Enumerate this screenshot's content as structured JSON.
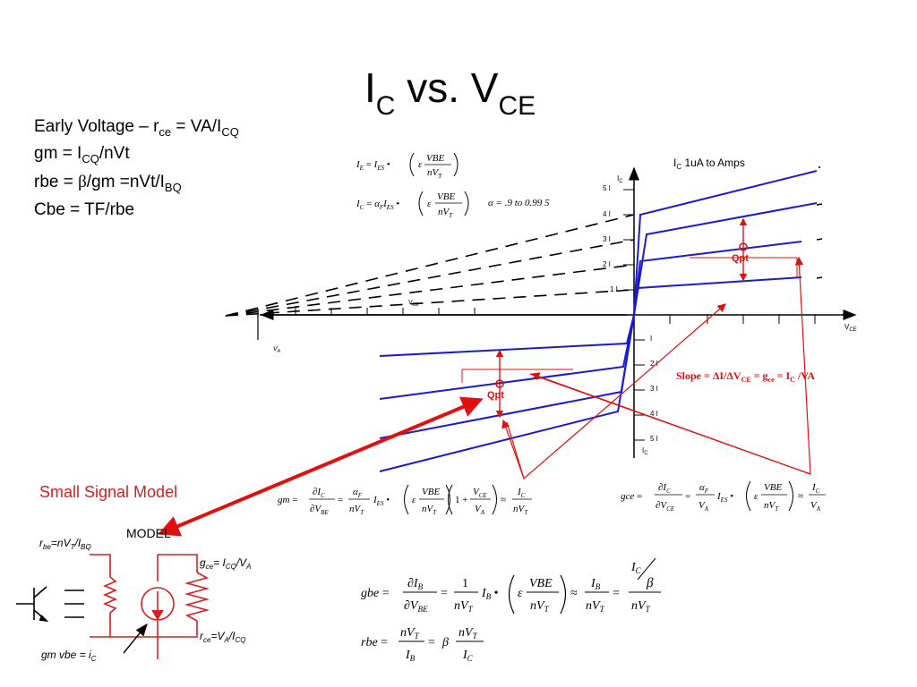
{
  "title": {
    "main": "I",
    "sub1": "C",
    "mid": " vs. V",
    "sub2": "CE"
  },
  "notes": {
    "early_prefix": "Early Voltage – r",
    "early_sub1": "ce",
    "early_mid": " = VA/I",
    "early_sub2": "CQ",
    "gm_prefix": "gm =  I",
    "gm_sub": "CQ",
    "gm_suffix": "/nVt",
    "rbe_prefix": "rbe = ",
    "rbe_beta": "β",
    "rbe_mid": "/gm =nVt/I",
    "rbe_sub": "BQ",
    "cbe": "Cbe = TF/rbe"
  },
  "graph": {
    "ic_range_label": "I",
    "ic_range_sub": "C",
    "ic_range_text": "  1uA to Amps",
    "ic_axis": "I",
    "ic_axis_sub": "C",
    "vce_axis": "V",
    "vce_axis_sub": "CE",
    "vce_small": "V",
    "vce_small_sub": "CE",
    "va_label": "V",
    "va_sub": "A",
    "pos_ticks": [
      "5 I",
      "4 I",
      "3 I",
      "2 I",
      "1 I"
    ],
    "neg_ticks": [
      "I",
      "2 I",
      "3 I",
      "4 I",
      "5 I"
    ],
    "qpt": "Qpt",
    "slope_text": "Slope = ΔI/ΔV",
    "slope_sub": "CE",
    "slope_mid": " = g",
    "slope_sub2": "ce",
    "slope_mid2": " = I",
    "slope_sub3": "C",
    "slope_end": " /VA"
  },
  "equations": {
    "ie": {
      "lhs": "I",
      "lhs_sub": "E",
      "is": "I",
      "is_sub": "ES",
      "eps": "ε",
      "num": "VBE",
      "den_n": "nV",
      "den_sub": "T"
    },
    "ic": {
      "lhs": "I",
      "lhs_sub": "C",
      "alpha": "α",
      "alpha_sub": "F",
      "is": "I",
      "is_sub": "ES",
      "eps": "ε",
      "num": "VBE",
      "den_n": "nV",
      "den_sub": "T",
      "alpha_range": "α  =    .9    to 0.99 5"
    },
    "gm": {
      "lhs": "gm",
      "d1": "∂I",
      "d1s": "C",
      "d2": "∂V",
      "d2s": "BE",
      "af": "α",
      "afs": "F",
      "nvt": "nV",
      "nvts": "T",
      "ies": "I",
      "iess": "ES",
      "eps": "ε",
      "vbe": "VBE",
      "one": "1 +",
      "vce": "V",
      "vces": "CE",
      "va": "V",
      "vas": "A",
      "ic": "I",
      "ics": "C"
    },
    "gce": {
      "lhs": "gce",
      "d1": "∂I",
      "d1s": "C",
      "d2": "∂V",
      "d2s": "CE",
      "af": "α",
      "afs": "F",
      "va": "V",
      "vas": "A",
      "ies": "I",
      "iess": "ES",
      "eps": "ε",
      "vbe": "VBE",
      "nvt": "nV",
      "nvts": "T",
      "ic": "I",
      "ics": "C"
    },
    "gbe": {
      "lhs": "gbe",
      "d1": "∂I",
      "d1s": "B",
      "d2": "∂V",
      "d2s": "BE",
      "one": "1",
      "nvt": "nV",
      "nvts": "T",
      "ib": "I",
      "ibs": "B",
      "eps": "ε",
      "vbe": "VBE",
      "ic": "I",
      "ics": "C",
      "beta": "β"
    },
    "rbe": {
      "lhs": "rbe",
      "nvt": "nV",
      "nvts": "T",
      "ib": "I",
      "ibs": "B",
      "beta": "β",
      "ic": "I",
      "ics": "C"
    }
  },
  "model": {
    "heading": "Small Signal Model",
    "model_label": "MODEL",
    "rbe_label": "r",
    "rbe_sub": "be",
    "rbe_eq": "=nV",
    "rbe_eq_sub": "T",
    "rbe_eq2": "/I",
    "rbe_eq_sub2": "BQ",
    "gce_label": "g",
    "gce_sub": "ce",
    "gce_eq": "= I",
    "gce_eq_sub": "CQ",
    "gce_eq2": "/V",
    "gce_eq_sub2": "A",
    "rce_label": "r",
    "rce_sub": "ce",
    "rce_eq": "=V",
    "rce_eq_sub": "A",
    "rce_eq2": "/I",
    "rce_eq_sub2": "CQ",
    "gm_label": "gm vbe = i",
    "gm_sub": "C"
  },
  "colors": {
    "blue": "#1a1ad6",
    "red": "#e01010",
    "black": "#000000",
    "model_red": "#d42020"
  }
}
